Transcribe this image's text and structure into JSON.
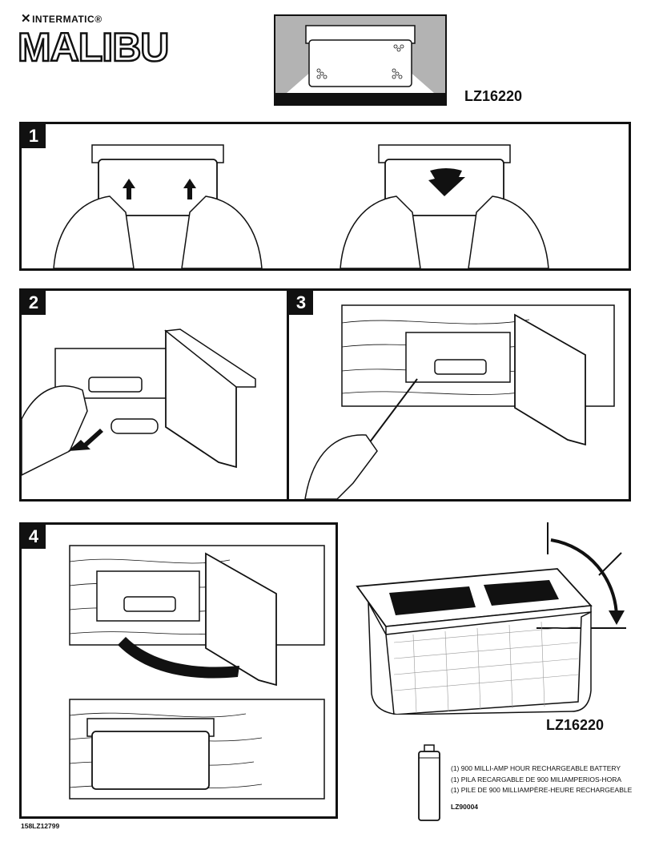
{
  "brand": {
    "company": "INTERMATIC",
    "product_line": "MALIBU",
    "registered_mark": "®"
  },
  "model": {
    "top_label": "LZ16220",
    "mid_label": "LZ16220"
  },
  "steps": [
    {
      "number": "1"
    },
    {
      "number": "2"
    },
    {
      "number": "3"
    },
    {
      "number": "4"
    }
  ],
  "battery": {
    "lines": [
      "(1) 900 MILLI-AMP HOUR RECHARGEABLE BATTERY",
      "(1) PILA RECARGABLE DE 900 MILIAMPERIOS-HORA",
      "(1) PILE DE 900 MILLIAMPÈRE-HEURE RECHARGEABLE"
    ],
    "code": "LZ90004"
  },
  "document_code": "158LZ12799",
  "colors": {
    "ink": "#111111",
    "gray_fill": "#b3b3b3",
    "paper": "#ffffff"
  },
  "icons": [
    "arrow-up-icon",
    "arrow-down-icon",
    "curved-arrow-icon",
    "rotation-arrow-icon"
  ]
}
